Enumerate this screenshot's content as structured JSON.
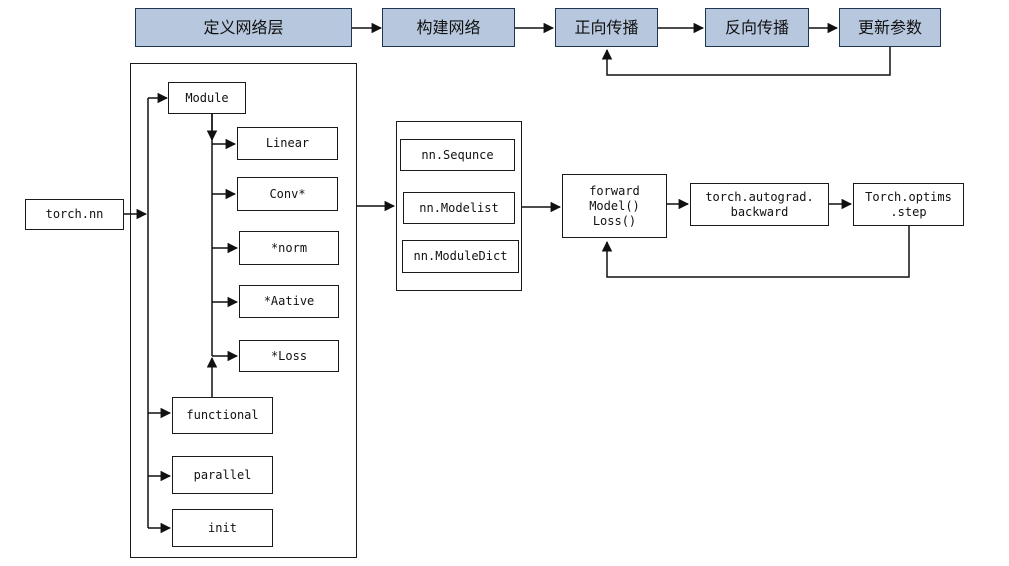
{
  "pipeline": {
    "define_layers": "定义网络层",
    "build_net": "构建网络",
    "forward": "正向传播",
    "backward": "反向传播",
    "update": "更新参数"
  },
  "torch_nn": "torch.nn",
  "modules": {
    "module": "Module",
    "linear": "Linear",
    "conv": "Conv*",
    "norm": "*norm",
    "activation": "*Aative",
    "loss": "*Loss",
    "functional": "functional",
    "parallel": "parallel",
    "init": "init"
  },
  "containers": {
    "sequential": "nn.Sequnce",
    "modulelist": "nn.Modelist",
    "moduledict": "nn.ModuleDict"
  },
  "forward_box": "forward\nModel()\nLoss()",
  "autograd_box": "torch.autograd.\nbackward",
  "optim_box": "Torch.optims\n.step"
}
